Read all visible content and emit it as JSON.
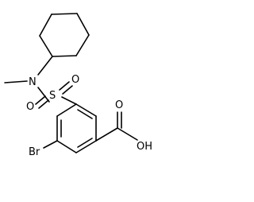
{
  "molecule": {
    "atoms": {
      "nitrogen": "N",
      "sulfur": "S",
      "oxygen_upper": "O",
      "oxygen_lower": "O",
      "bromine": "Br",
      "hydroxyl_oxygen": "O",
      "carboxyl_oxygen": "OH"
    }
  }
}
